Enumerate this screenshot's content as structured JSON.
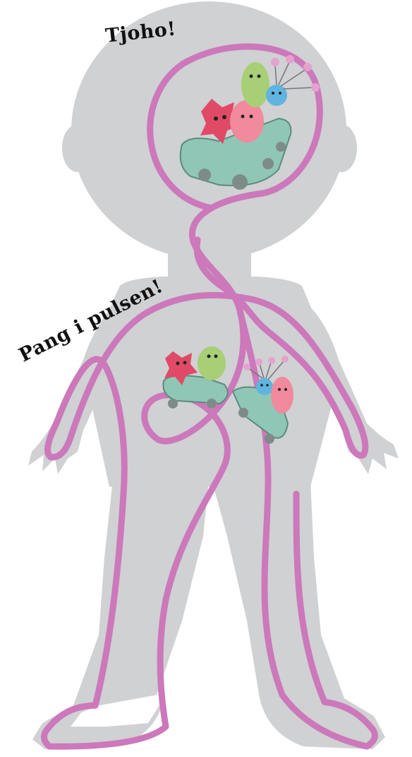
{
  "captions": {
    "top": "Tjoho!",
    "middle": "Pang i pulsen!"
  },
  "colors": {
    "body": "#cfd1d3",
    "vessel": "#cc78bb",
    "car": "#8fc6b6",
    "wheel": "#7d8c86",
    "creature_red": "#e04a66",
    "creature_pink": "#f08a9c",
    "creature_green": "#a8cf76",
    "creature_blue": "#5fb4e0",
    "antenna_ball": "#e6a2cf"
  },
  "illustration": {
    "figure": "child-silhouette",
    "path": "blood-vessel-loop",
    "vehicles": [
      "car-in-head",
      "train-in-belly"
    ]
  }
}
